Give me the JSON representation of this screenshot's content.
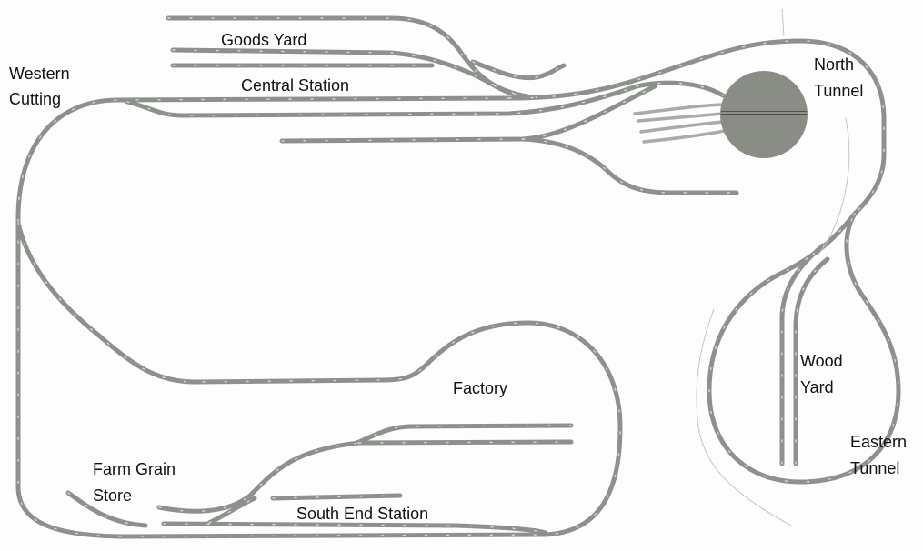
{
  "labels": {
    "goods_yard": "Goods Yard",
    "western_cutting_1": "Western",
    "western_cutting_2": "Cutting",
    "central_station": "Central Station",
    "north_tunnel_1": "North",
    "north_tunnel_2": "Tunnel",
    "wood_yard_1": "Wood",
    "wood_yard_2": "Yard",
    "factory": "Factory",
    "eastern_tunnel_1": "Eastern",
    "eastern_tunnel_2": "Tunnel",
    "farm_grain_store_1": "Farm Grain",
    "farm_grain_store_2": "Store",
    "south_end_station": "South End Station"
  },
  "colors": {
    "track": "#8d918c",
    "turntable": "#8a8c86"
  }
}
